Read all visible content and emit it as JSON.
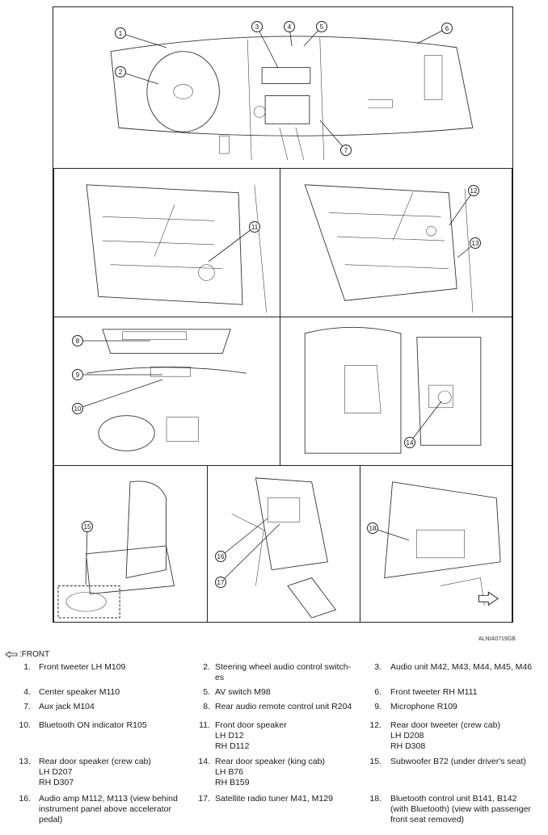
{
  "figure": {
    "code": "ALNIA0719GB",
    "front_label": ":FRONT",
    "callouts": [
      "1",
      "2",
      "3",
      "4",
      "5",
      "6",
      "7",
      "8",
      "9",
      "10",
      "11",
      "12",
      "13",
      "14",
      "15",
      "16",
      "17",
      "18"
    ]
  },
  "legend": [
    {
      "num": "1.",
      "text": "Front tweeter LH M109",
      "lines": []
    },
    {
      "num": "2.",
      "text": "Steering wheel audio control switch-",
      "lines": [
        "es"
      ]
    },
    {
      "num": "3.",
      "text": "Audio unit M42, M43, M44, M45, M46",
      "lines": []
    },
    {
      "num": "4.",
      "text": "Center speaker M110",
      "lines": []
    },
    {
      "num": "5.",
      "text": "AV switch M98",
      "lines": []
    },
    {
      "num": "6.",
      "text": "Front tweeter RH M111",
      "lines": []
    },
    {
      "num": "7.",
      "text": "Aux jack M104",
      "lines": []
    },
    {
      "num": "8.",
      "text": "Rear audio remote control unit R204",
      "lines": []
    },
    {
      "num": "9.",
      "text": "Microphone R109",
      "lines": []
    },
    {
      "num": "10.",
      "text": "Bluetooth ON indicator R105",
      "lines": []
    },
    {
      "num": "11.",
      "text": "Front door speaker",
      "lines": [
        "LH D12",
        "RH D112"
      ]
    },
    {
      "num": "12.",
      "text": "Rear door tweeter (crew cab)",
      "lines": [
        "LH D208",
        "RH D308"
      ]
    },
    {
      "num": "13.",
      "text": "Rear door speaker (crew cab)",
      "lines": [
        "LH D207",
        "RH D307"
      ]
    },
    {
      "num": "14.",
      "text": "Rear door speaker (king cab)",
      "lines": [
        "LH B76",
        "RH B159"
      ]
    },
    {
      "num": "15.",
      "text": "Subwoofer B72 (under driver's seat)",
      "lines": []
    },
    {
      "num": "16.",
      "text": "Audio amp M112, M113 (view behind",
      "lines": [
        "instrument panel above accelerator",
        "pedal)"
      ]
    },
    {
      "num": "17.",
      "text": "Satellite radio tuner M41, M129",
      "lines": []
    },
    {
      "num": "18.",
      "text": "Bluetooth control unit B141, B142",
      "lines": [
        "(with Bluetooth) (view with passenger",
        "front seat removed)"
      ]
    }
  ]
}
